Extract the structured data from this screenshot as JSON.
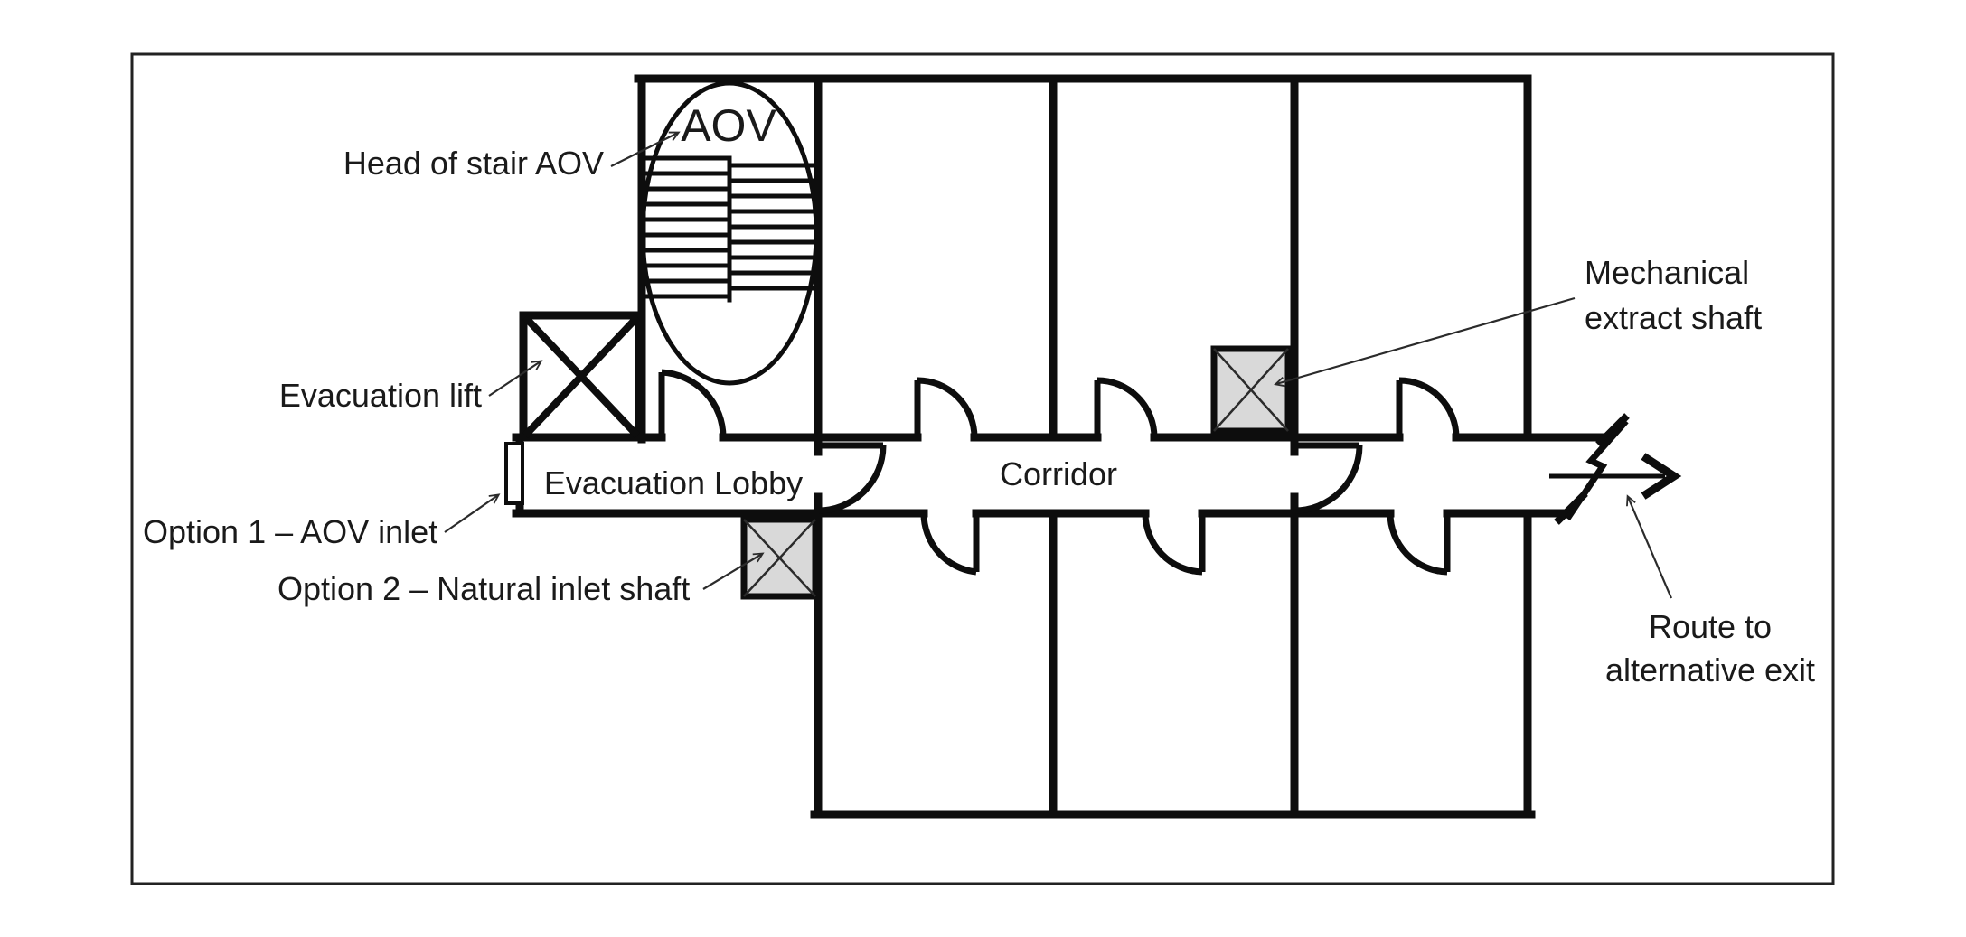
{
  "figure": {
    "title_semantic": "Evacuation lobby and corridor smoke ventilation floor plan",
    "labels": {
      "aov": "AOV",
      "head_of_stair": "Head of stair AOV",
      "evacuation_lift": "Evacuation lift",
      "evacuation_lobby": "Evacuation Lobby",
      "corridor": "Corridor",
      "option1": "Option 1 – AOV inlet",
      "option2": "Option 2 – Natural inlet shaft",
      "mechanical_line1": "Mechanical",
      "mechanical_line2": "extract shaft",
      "route_line1": "Route to",
      "route_line2": "alternative exit"
    },
    "colors": {
      "background": "#ffffff",
      "line": "#0d0d0d",
      "text": "#1a1a1a",
      "shaft_fill": "#d9d9d9",
      "frame_stroke": "#222222"
    }
  }
}
